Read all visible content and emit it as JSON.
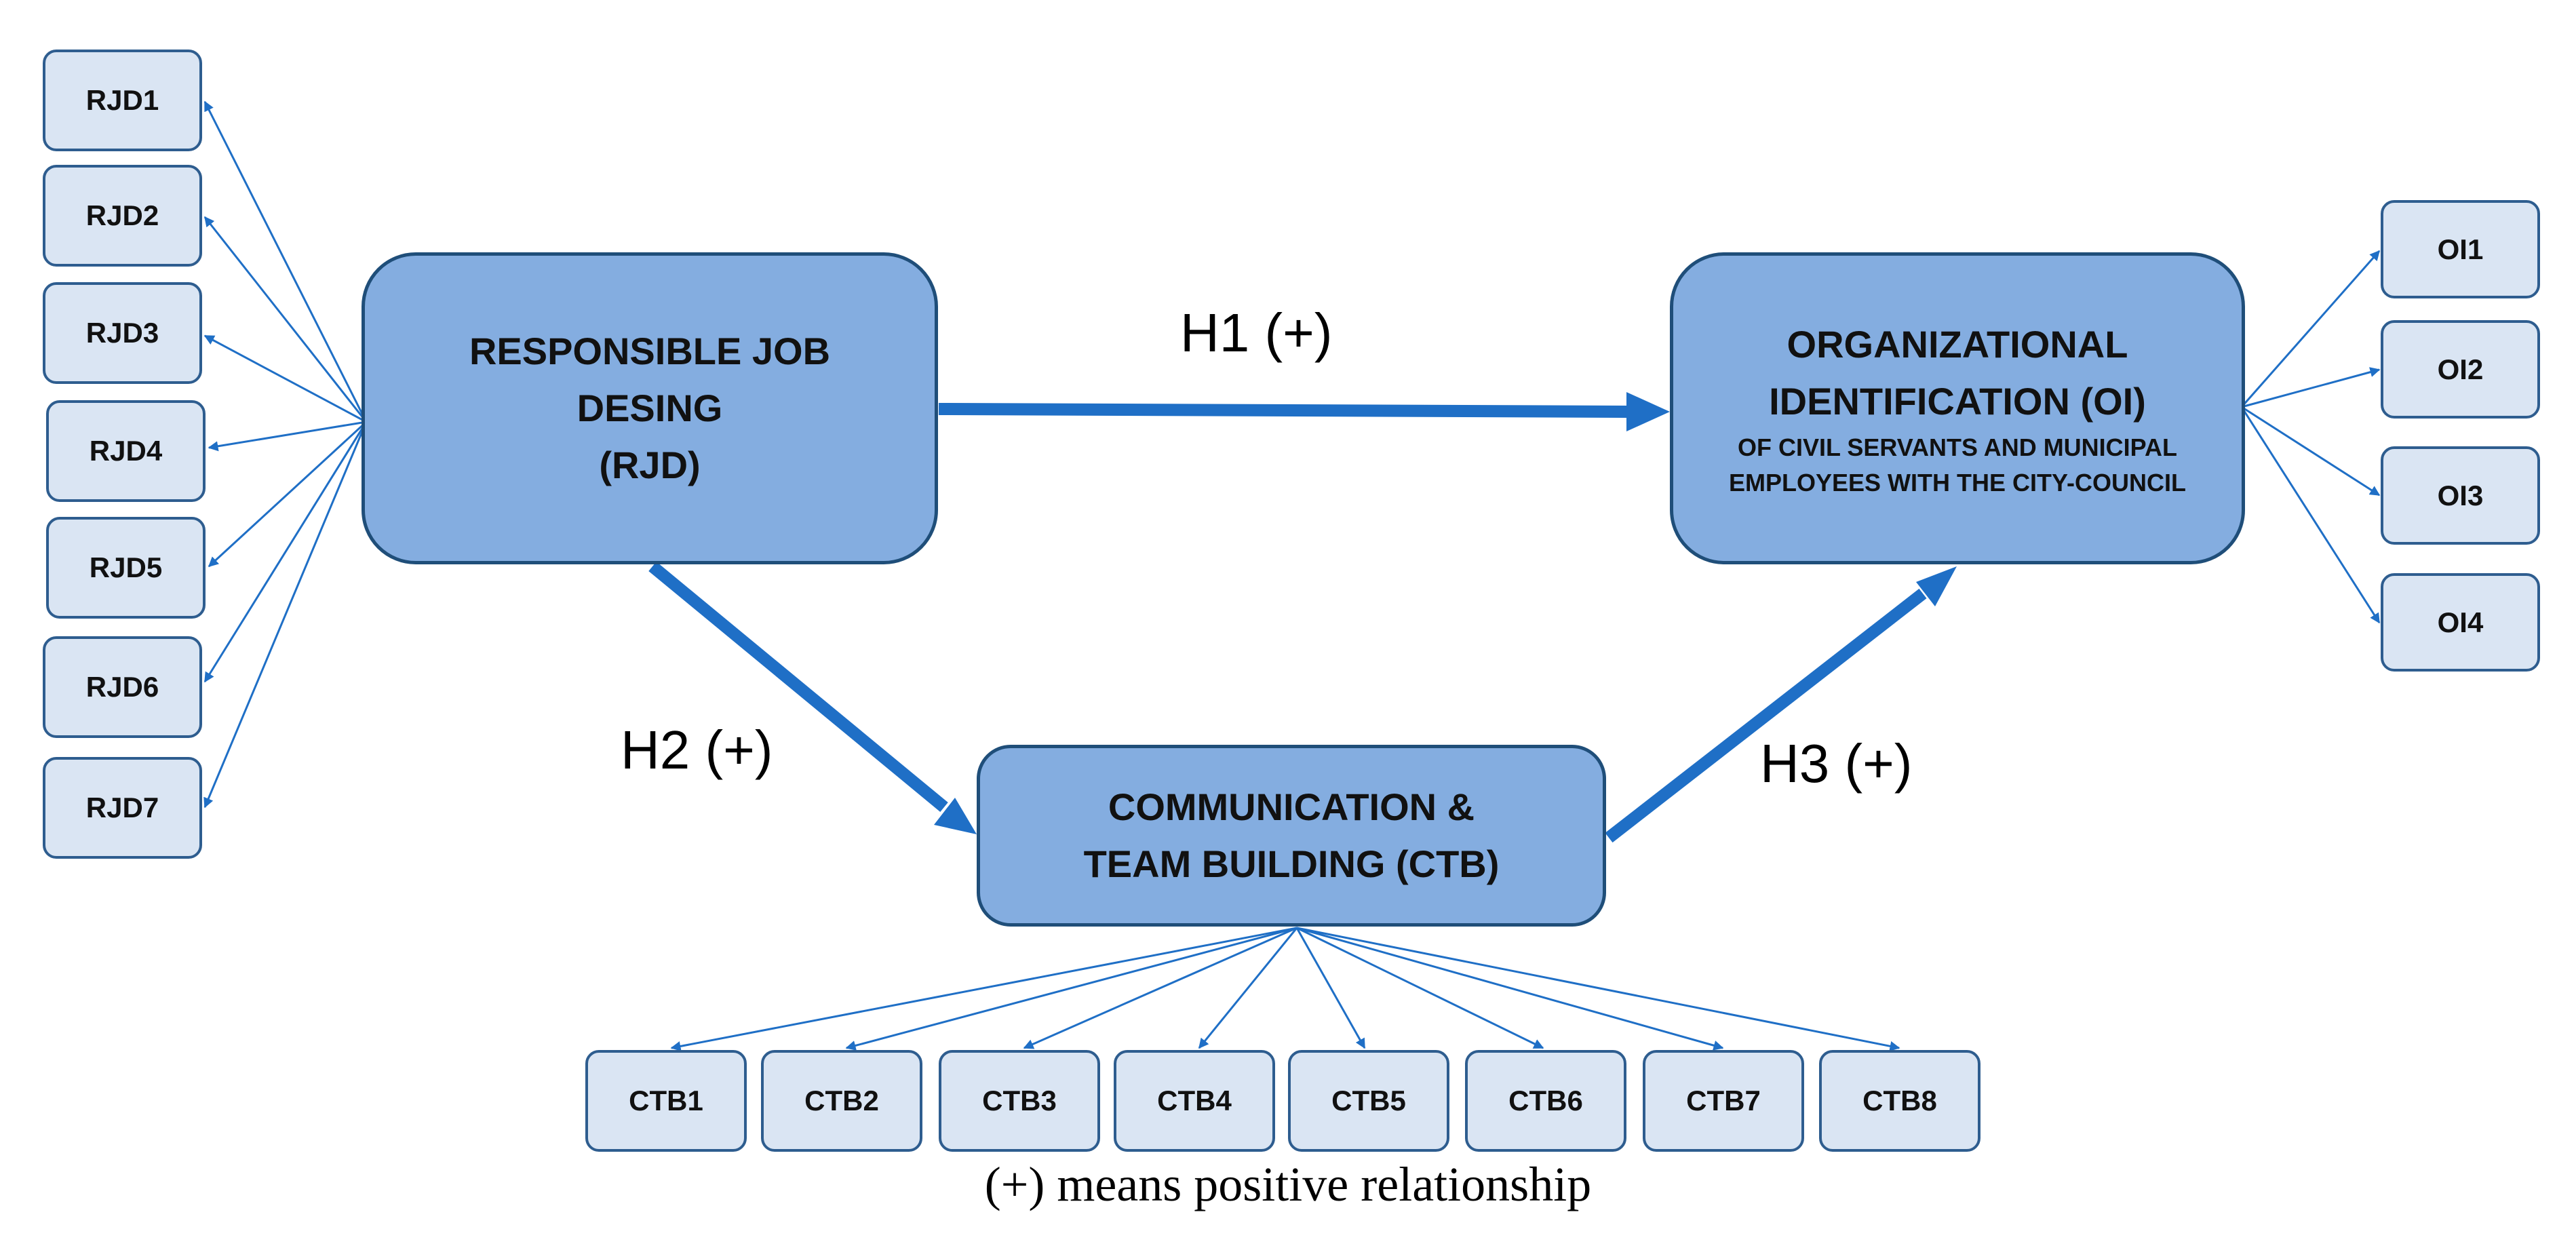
{
  "colors": {
    "construct_fill": "#84ade0",
    "construct_border": "#1f4e79",
    "indicator_fill": "#dae5f3",
    "indicator_border": "#2e5d8f",
    "arrow": "#1f6fc6"
  },
  "constructs": {
    "rjd": {
      "line1": "RESPONSIBLE JOB",
      "line2": "DESING",
      "line3": "(RJD)"
    },
    "oi": {
      "line1": "ORGANIZATIONAL",
      "line2": "IDENTIFICATION  (OI)",
      "sub1": "OF CIVIL SERVANTS AND MUNICIPAL",
      "sub2": "EMPLOYEES WITH THE CITY-COUNCIL"
    },
    "ctb": {
      "line1": "COMMUNICATION &",
      "line2": "TEAM BUILDING (CTB)"
    }
  },
  "hypotheses": {
    "h1": "H1 (+)",
    "h2": "H2 (+)",
    "h3": "H3 (+)"
  },
  "indicators": {
    "rjd": [
      "RJD1",
      "RJD2",
      "RJD3",
      "RJD4",
      "RJD5",
      "RJD6",
      "RJD7"
    ],
    "oi": [
      "OI1",
      "OI2",
      "OI3",
      "OI4"
    ],
    "ctb": [
      "CTB1",
      "CTB2",
      "CTB3",
      "CTB4",
      "CTB5",
      "CTB6",
      "CTB7",
      "CTB8"
    ]
  },
  "caption": "(+) means positive relationship"
}
